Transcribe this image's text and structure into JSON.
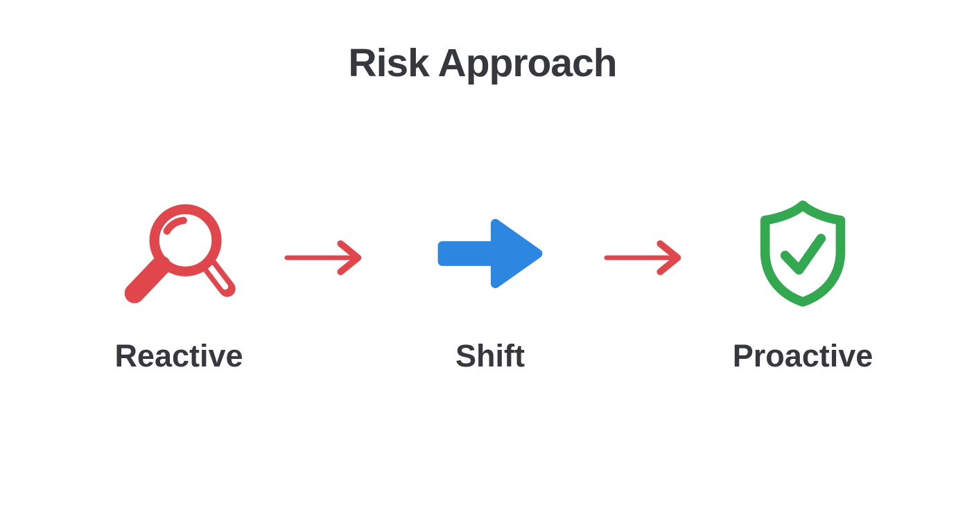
{
  "title": "Risk Approach",
  "stages": [
    {
      "label": "Reactive",
      "icon": "magnifier-icon",
      "color": "#e0474c"
    },
    {
      "label": "Shift",
      "icon": "solid-right-arrow-icon",
      "color": "#2d87e0"
    },
    {
      "label": "Proactive",
      "icon": "shield-check-icon",
      "color": "#34a751"
    }
  ],
  "connectors": [
    {
      "icon": "thin-right-arrow-icon",
      "color": "#e0474c"
    },
    {
      "icon": "thin-right-arrow-icon",
      "color": "#e0474c"
    }
  ],
  "colors": {
    "red": "#e0474c",
    "blue": "#2d87e0",
    "green": "#34a751",
    "text": "#36383d",
    "background": "#ffffff"
  }
}
